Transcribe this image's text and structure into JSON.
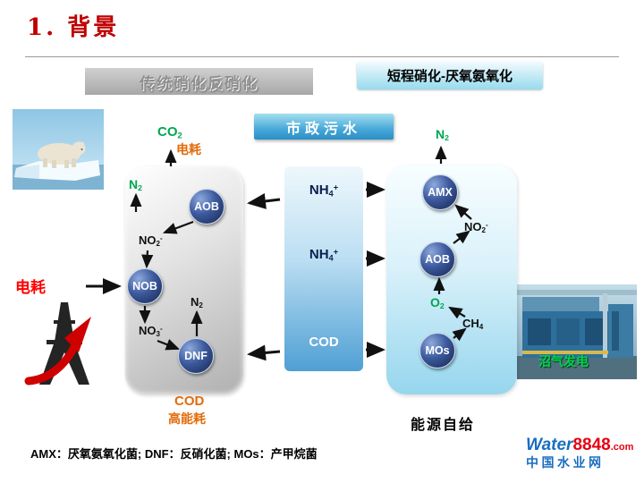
{
  "title": "1. 背景",
  "headers": {
    "traditional": "传统硝化反硝化",
    "shortcut": "短程硝化-厌氧氨氧化",
    "influent": "市政污水"
  },
  "formulas": {
    "co2": {
      "base": "CO",
      "sub": "2"
    },
    "n2": {
      "base": "N",
      "sub": "2"
    },
    "nh4": {
      "base": "NH",
      "sub": "4",
      "sup": "+"
    },
    "no2": {
      "base": "NO",
      "sub": "2",
      "sup": "-"
    },
    "no3": {
      "base": "NO",
      "sub": "3",
      "sup": "-"
    },
    "o2": {
      "base": "O",
      "sub": "2"
    },
    "ch4": {
      "base": "CH",
      "sub": "4"
    },
    "cod": "COD"
  },
  "left_process": {
    "power_top": "电耗",
    "power_side": "电耗",
    "node_aob": "AOB",
    "node_nob": "NOB",
    "node_dnf": "DNF",
    "cod_label": "COD",
    "high_energy": "高能耗"
  },
  "right_process": {
    "node_amx": "AMX",
    "node_aob": "AOB",
    "node_mos": "MOs",
    "biogas": "沼气发电",
    "self_energy": "能源自给"
  },
  "footnote": "AMX：厌氧氨氧化菌; DNF：反硝化菌; MOs：产甲烷菌",
  "logo": {
    "word": "Water",
    "num": "8848",
    "dot": ".com",
    "cn": "中国水业网"
  },
  "colors": {
    "title_red": "#c00000",
    "green": "#00a651",
    "orange": "#e26b0a",
    "red": "#ff0000",
    "node_navy": "#15244d",
    "column_blue": "#4f9fd4",
    "logo_blue": "#1a6ec0",
    "logo_red": "#e60012"
  }
}
